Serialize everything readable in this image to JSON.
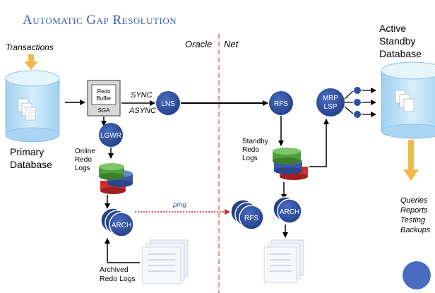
{
  "title": "Automatic Gap Resolution",
  "left": {
    "transactions": "Transactions",
    "db_label_line1": "Primary",
    "db_label_line2": "Database",
    "redo_buffer_line1": "Redo",
    "redo_buffer_line2": "Buffer",
    "sga": "SGA",
    "sync": "SYNC",
    "async": "ASYNC",
    "lns": "LNS",
    "lgwr": "LGWR",
    "online_logs_line1": "Online",
    "online_logs_line2": "Redo",
    "online_logs_line3": "Logs",
    "arch": "ARCH",
    "archived_line1": "Archived",
    "archived_line2": "Redo Logs"
  },
  "network": {
    "oracle": "Oracle",
    "net": "Net",
    "ping": "ping"
  },
  "right": {
    "rfs_top": "RFS",
    "rfs_bottom": "RFS",
    "standby_logs_line1": "Standby",
    "standby_logs_line2": "Redo",
    "standby_logs_line3": "Logs",
    "arch": "ARCH",
    "mrp_line1": "MRP",
    "mrp_line2": "LSP",
    "active_line1": "Active",
    "active_line2": "Standby",
    "active_line3": "Database",
    "uses": [
      "Queries",
      "Reports",
      "Testing",
      "Backups"
    ]
  },
  "colors": {
    "title": "#3a5fa8",
    "node": "#2d4fa0",
    "db": "#bfe2f7",
    "arrow": "#f2b84b",
    "link": "#000000",
    "ping": "#cc2222",
    "divider": "#d9534f"
  }
}
